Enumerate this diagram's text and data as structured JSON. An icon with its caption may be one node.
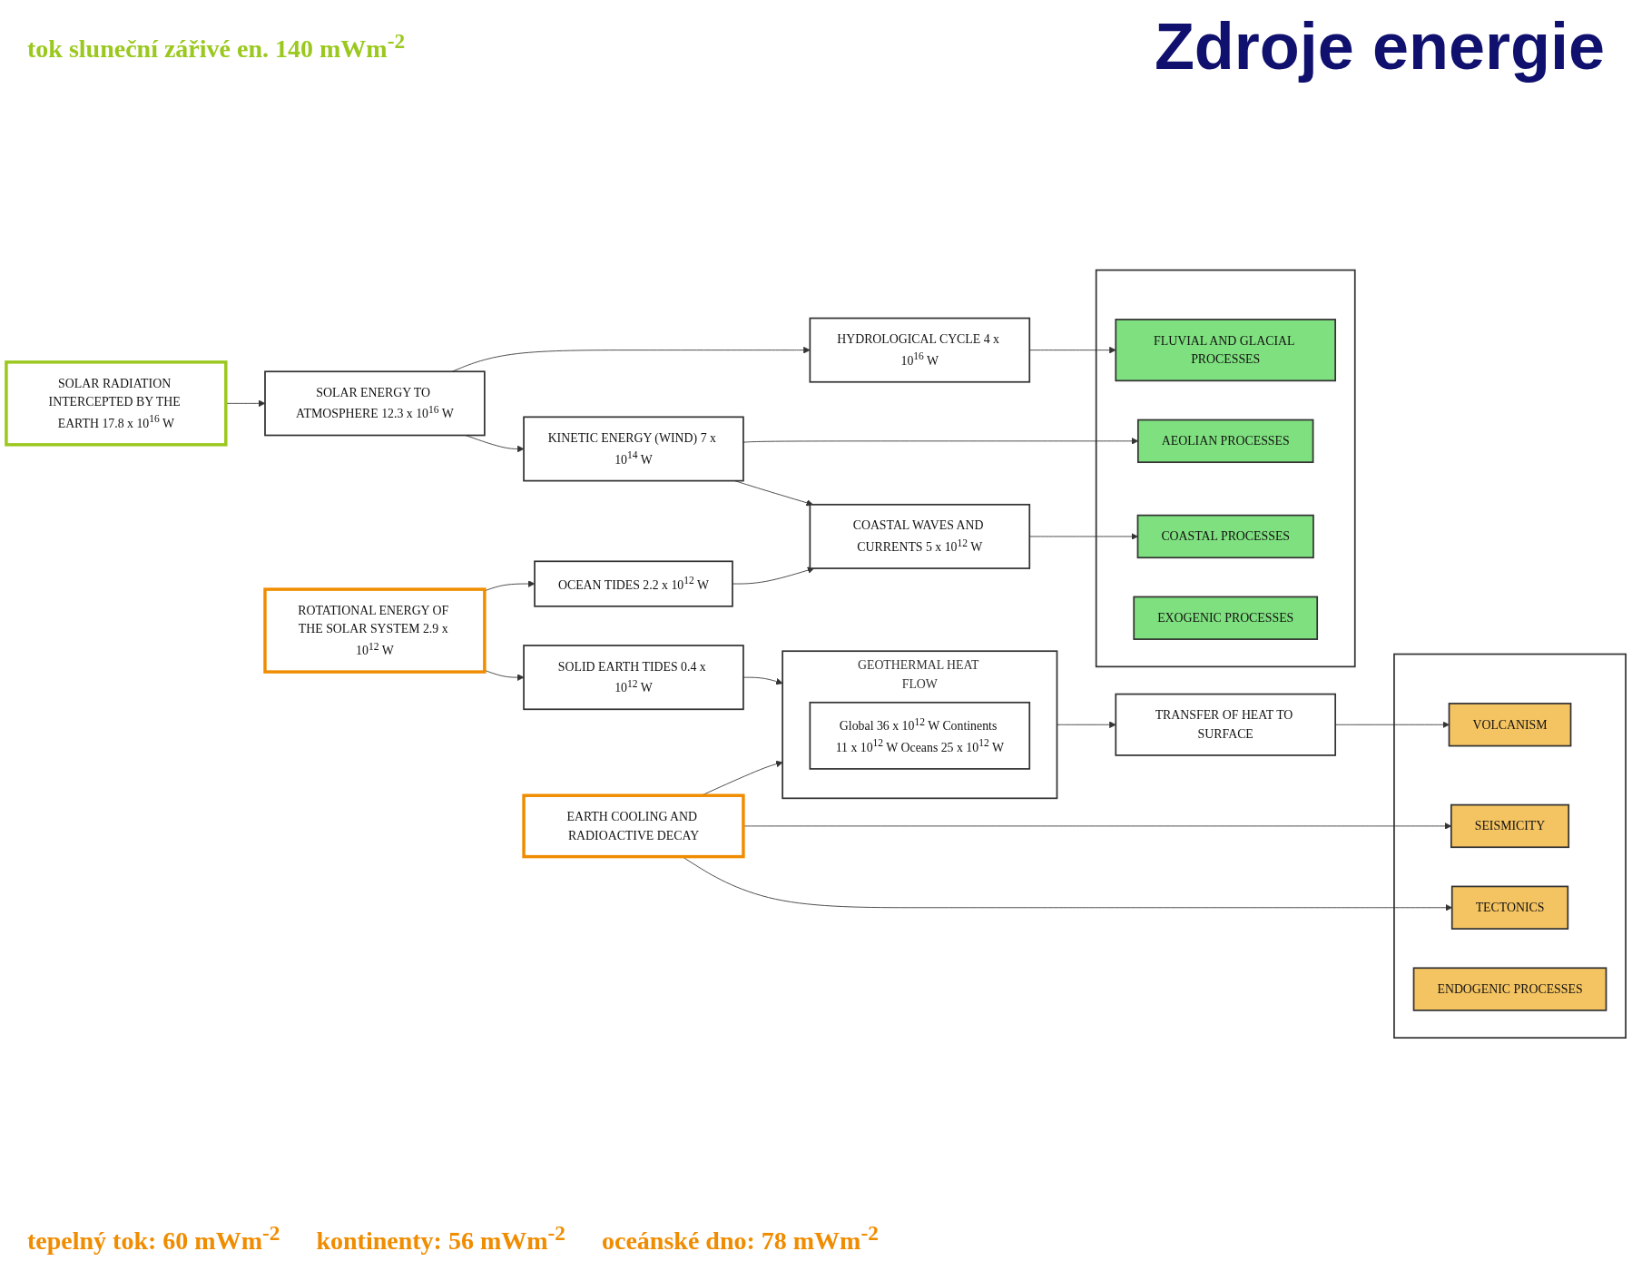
{
  "diagram": {
    "title": "Zdroje energie",
    "nodes": [
      {
        "text": [
          "SOLAR RADIATION INTERCEPTED BY THE EARTH 17.8 x 10$^{16}$ W"
        ]
      },
      {
        "text": [
          "SOLAR ENERGY TO ATMOSPHERE 12.3 x 10$^{16}$ W"
        ]
      },
      {
        "text": [
          "HYDROLOGICAL CYCLE 4 x 10$^{16}$ W"
        ]
      },
      {
        "text": [
          "KINETIC ENERGY (WIND) 7 x 10$^{14}$ W"
        ]
      },
      {
        "text": [
          "COASTAL WAVES AND CURRENTS 5 x 10$^{12}$ W"
        ]
      },
      {
        "text": [
          "OCEAN TIDES 2.2 x 10$^{12}$ W"
        ]
      },
      {
        "text": [
          "ROTATIONAL ENERGY OF THE SOLAR SYSTEM 2.9 x 10$^{12}$ W"
        ]
      },
      {
        "text": [
          "SOLID EARTH TIDES 0.4 x 10$^{12}$ W"
        ]
      },
      {
        "text": [
          "TRANSFER OF HEAT TO SURFACE"
        ]
      },
      {
        "text": [
          "GEOTHERMAL HEAT FLOW"
        ]
      },
      {
        "text": [
          "Global 36 x 10$^{12}$ W Continents 11 x 10$^{12}$ W Oceans 25 x 10$^{12}$ W"
        ],
        "in": 9
      },
      {
        "text": [
          "EARTH COOLING AND RADIOACTIVE DECAY"
        ]
      },
      {
        "text": [],
        "shape": "box"
      },
      {
        "text": [
          "FLUVIAL AND GLACIAL PROCESSES"
        ],
        "in": 12
      },
      {
        "text": [
          "AEOLIAN PROCESSES"
        ],
        "in": 12
      },
      {
        "text": [
          "COASTAL PROCESSES"
        ],
        "in": 12
      },
      {
        "text": [
          "EXOGENIC PROCESSES"
        ],
        "in": 12
      },
      {
        "text": [],
        "shape": "box"
      },
      {
        "text": [
          "VOLCANISM"
        ],
        "in": 17
      },
      {
        "text": [
          "SEISMICITY"
        ],
        "in": 17
      },
      {
        "text": [
          "TECTONICS"
        ],
        "in": 17
      },
      {
        "text": [
          "ENDOGENIC PROCESSES"
        ],
        "in": 17
      }
    ],
    "edges": [
      {
        "from": 0,
        "to": 1,
        "arrow": "to"
      },
      {
        "from": 1,
        "to": 3,
        "arrow": "to"
      },
      {
        "from": 1,
        "to": 2,
        "arrow": "to"
      },
      {
        "from": 2,
        "to": 13,
        "arrow": "to"
      },
      {
        "from": 3,
        "to": 14,
        "arrow": "to"
      },
      {
        "from": 3,
        "to": 4,
        "arrow": "to"
      },
      {
        "from": 5,
        "to": 4,
        "arrow": "to"
      },
      {
        "from": 4,
        "to": 15,
        "arrow": "to"
      },
      {
        "from": 6,
        "to": 5,
        "arrow": "to"
      },
      {
        "from": 6,
        "to": 7,
        "arrow": "to"
      },
      {
        "from": 7,
        "to": 9,
        "arrow": "to"
      },
      {
        "from": 11,
        "to": 9,
        "arrow": "to"
      },
      {
        "from": 9,
        "to": 8,
        "arrow": "to"
      },
      {
        "from": 8,
        "to": 18,
        "arrow": "to"
      },
      {
        "from": 11,
        "to": 19,
        "arrow": "to"
      },
      {
        "from": 11,
        "to": 20,
        "arrow": "to"
      }
    ],
    "labels": [
      "tok sluneční zářivé en. 140 mWm$^{-2}$",
      "tepelný tok: 60 mWm$^{-2}$",
      "kontinenty: 56 mWm$^{-2}$",
      "oceánské dno: 78 mWm$^{-2}$"
    ]
  }
}
